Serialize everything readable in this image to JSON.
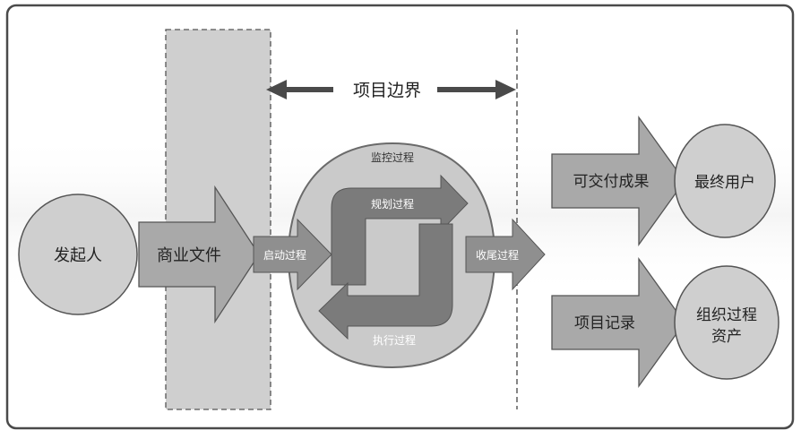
{
  "diagram": {
    "boundary_label": "项目边界",
    "monitor_label": "监控过程",
    "planning_label": "规划过程",
    "executing_label": "执行过程",
    "initiating_label": "启动过程",
    "closing_label": "收尾过程",
    "sponsor_label": "发起人",
    "business_docs_label": "商业文件",
    "deliverables_label": "可交付成果",
    "end_user_label": "最终用户",
    "project_records_label": "项目记录",
    "opa_label_line1": "组织过程",
    "opa_label_line2": "资产"
  }
}
